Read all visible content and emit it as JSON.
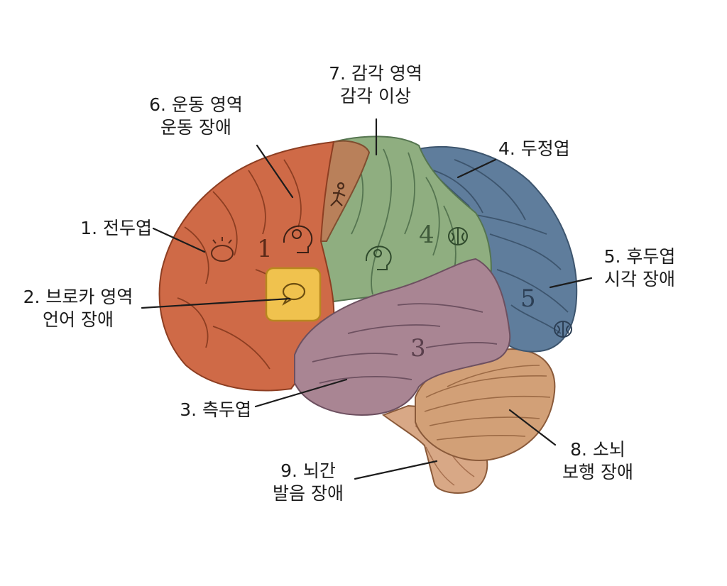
{
  "labels": {
    "frontal": {
      "name": "1. 전두엽"
    },
    "broca": {
      "name": "2. 브로카 영역",
      "note": "언어 장애"
    },
    "temporal": {
      "name": "3. 측두엽"
    },
    "parietal": {
      "name": "4. 두정엽"
    },
    "occipital": {
      "name": "5. 후두엽",
      "note": "시각 장애"
    },
    "motor": {
      "name": "6. 운동 영역",
      "note": "운동 장애"
    },
    "sensory": {
      "name": "7. 감각 영역",
      "note": "감각 이상"
    },
    "cerebellum": {
      "name": "8. 소뇌",
      "note": "보행 장애"
    },
    "brainstem": {
      "name": "9. 뇌간",
      "note": "발음 장애"
    }
  },
  "region_numbers": {
    "frontal": "1",
    "temporal": "3",
    "parietal": "4",
    "occipital": "5"
  },
  "colors": {
    "frontal": "#cf6a47",
    "motor": "#b9805a",
    "sensory": "#8fae80",
    "parietal": "#5f7d9c",
    "temporal": "#a98593",
    "cerebellum": "#d2a077",
    "brainstem": "#d8a886",
    "broca_badge": "#f0c24e"
  },
  "icons": {
    "frontal": "brain-lightbulb-icon",
    "motor": "running-person-icon",
    "frontal_head": "head-gear-icon",
    "sensory_head": "head-gear-icon",
    "parietal": "brain-icon",
    "occipital": "brain-icon",
    "broca": "speech-bubble-icon"
  }
}
